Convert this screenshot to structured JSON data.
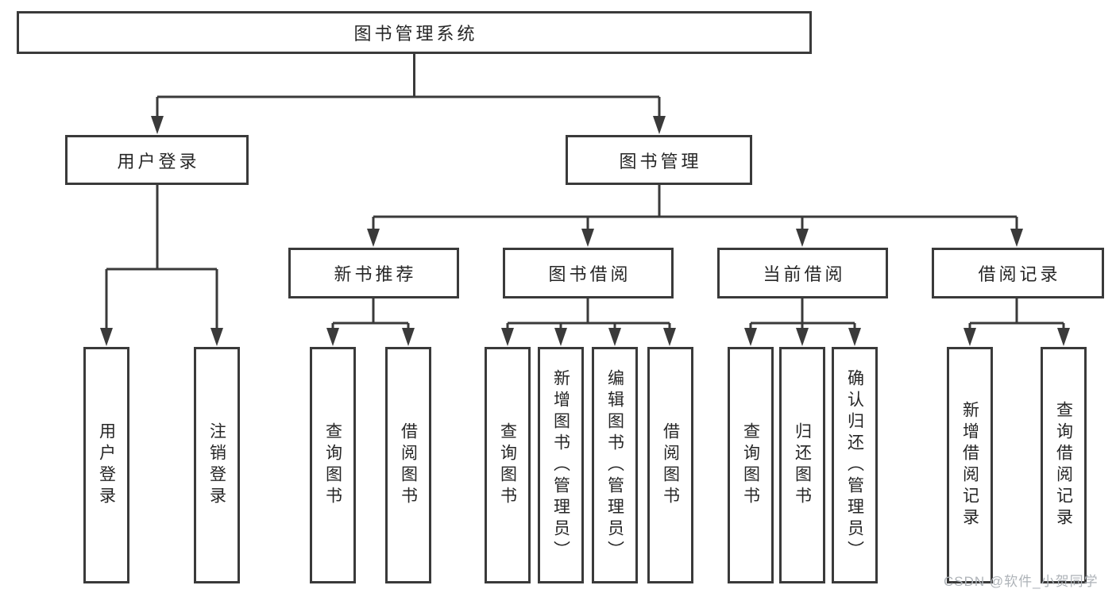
{
  "diagram": {
    "title": "图书管理系统",
    "colors": {
      "line": "#3a3a3a",
      "text": "#262626",
      "watermark": "#aeb3b8",
      "background": "#ffffff"
    },
    "nodes": {
      "root": {
        "label": "图书管理系统"
      },
      "user_login": {
        "label": "用户登录"
      },
      "book_mgmt": {
        "label": "图书管理"
      },
      "new_books": {
        "label": "新书推荐"
      },
      "book_borrow": {
        "label": "图书借阅"
      },
      "current_borrow": {
        "label": "当前借阅"
      },
      "borrow_records": {
        "label": "借阅记录"
      },
      "leaf_user_login": {
        "label": "用户登录"
      },
      "leaf_logout": {
        "label": "注销登录"
      },
      "leaf_query_book_newbooks": {
        "label": "查询图书"
      },
      "leaf_borrow_book_newbooks": {
        "label": "借阅图书"
      },
      "leaf_query_book_borrow": {
        "label": "查询图书"
      },
      "leaf_add_book_admin": {
        "label": "新增图书（管理员）"
      },
      "leaf_edit_book_admin": {
        "label": "编辑图书（管理员）"
      },
      "leaf_borrow_book_borrow": {
        "label": "借阅图书"
      },
      "leaf_query_book_current": {
        "label": "查询图书"
      },
      "leaf_return_book": {
        "label": "归还图书"
      },
      "leaf_confirm_return_admin": {
        "label": "确认归还（管理员）"
      },
      "leaf_add_borrow_record": {
        "label": "新增借阅记录"
      },
      "leaf_query_borrow_record": {
        "label": "查询借阅记录"
      }
    },
    "watermark": "CSDN @软件_小贺同学"
  }
}
